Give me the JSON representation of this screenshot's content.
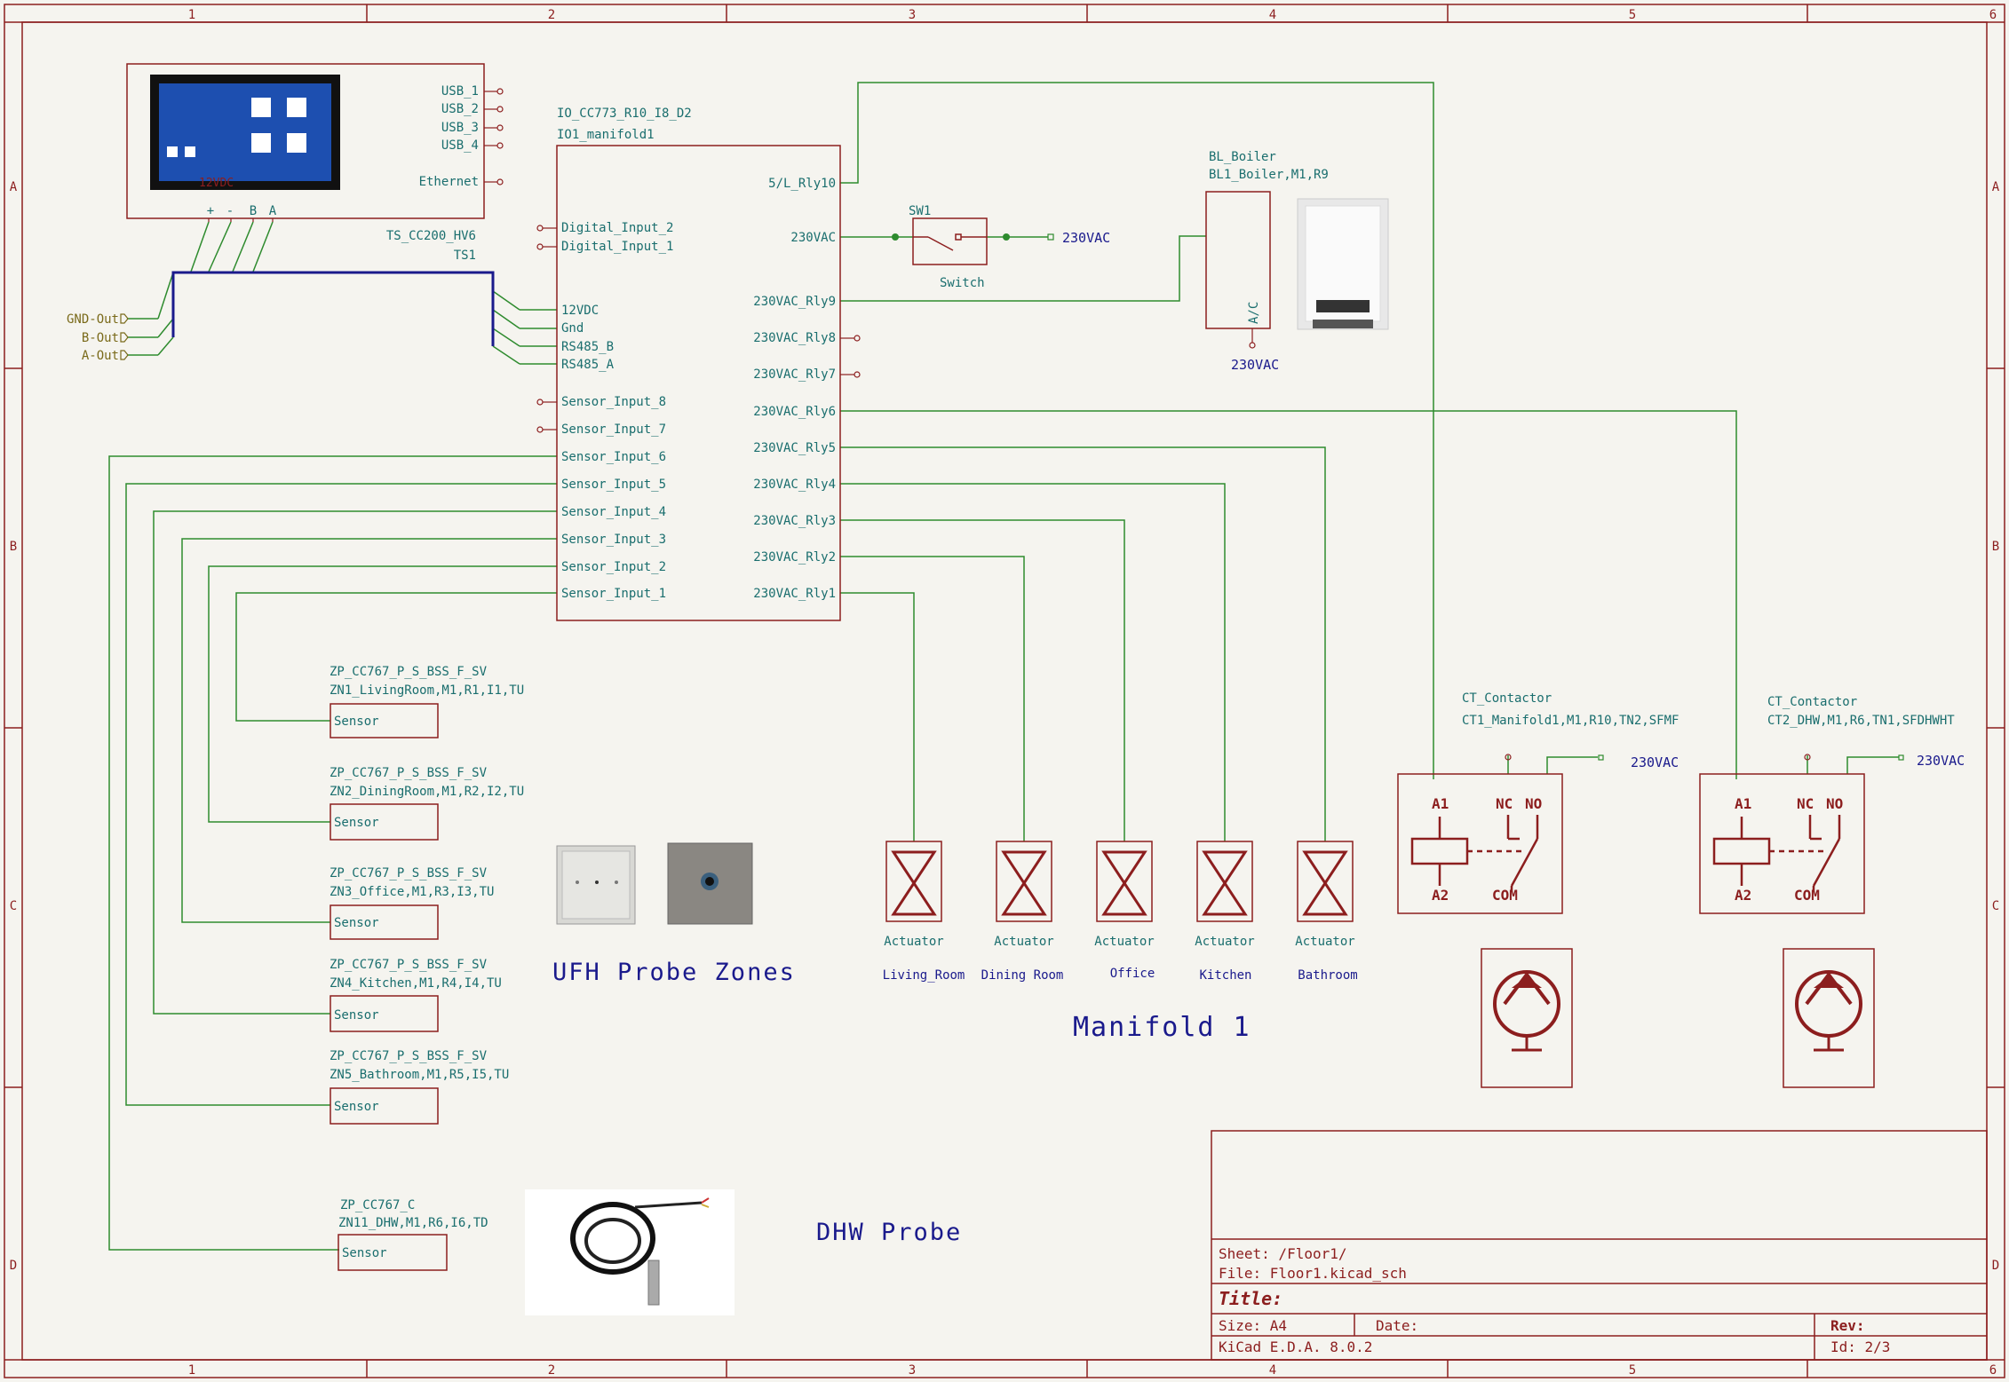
{
  "colors": {
    "background": "#f5f4ef",
    "frame": "#8c1e1e",
    "pin_text": "#1a6e6e",
    "net_label": "#1a1a8c",
    "wire": "#2e8b2e",
    "bus": "#1a1a8c",
    "global_label": "#7a6a1a"
  },
  "border": {
    "columns": [
      "1",
      "2",
      "3",
      "4",
      "5",
      "6"
    ],
    "rows": [
      "A",
      "B",
      "C",
      "D"
    ]
  },
  "touchscreen": {
    "ref": "TS1",
    "value": "TS_CC200_HV6",
    "pins_right": [
      "USB_1",
      "USB_2",
      "USB_3",
      "USB_4",
      "Ethernet"
    ],
    "pins_bottom": [
      "+",
      "-",
      "B",
      "A"
    ],
    "hidden_label": "12VDC",
    "screen_icon": "touchscreen-photo"
  },
  "global_labels": [
    "GND-Out",
    "B-Out",
    "A-Out"
  ],
  "io_module": {
    "value": "IO_CC773_R10_I8_D2",
    "ref": "IO1_manifold1",
    "pins_left": [
      "Digital_Input_2",
      "Digital_Input_1",
      "12VDC",
      "Gnd",
      "RS485_B",
      "RS485_A",
      "Sensor_Input_8",
      "Sensor_Input_7",
      "Sensor_Input_6",
      "Sensor_Input_5",
      "Sensor_Input_4",
      "Sensor_Input_3",
      "Sensor_Input_2",
      "Sensor_Input_1"
    ],
    "pins_right": [
      "5/L_Rly10",
      "230VAC",
      "230VAC_Rly9",
      "230VAC_Rly8",
      "230VAC_Rly7",
      "230VAC_Rly6",
      "230VAC_Rly5",
      "230VAC_Rly4",
      "230VAC_Rly3",
      "230VAC_Rly2",
      "230VAC_Rly1"
    ]
  },
  "switch": {
    "ref": "SW1",
    "value": "Switch",
    "net": "230VAC"
  },
  "boiler": {
    "value": "BL_Boiler",
    "ref": "BL1_Boiler,M1,R9",
    "pin": "A/C",
    "net": "230VAC",
    "photo_icon": "boiler-photo"
  },
  "sensors": [
    {
      "value": "ZP_CC767_P_S_BSS_F_SV",
      "ref": "ZN1_LivingRoom,M1,R1,I1,TU",
      "label": "Sensor"
    },
    {
      "value": "ZP_CC767_P_S_BSS_F_SV",
      "ref": "ZN2_DiningRoom,M1,R2,I2,TU",
      "label": "Sensor"
    },
    {
      "value": "ZP_CC767_P_S_BSS_F_SV",
      "ref": "ZN3_Office,M1,R3,I3,TU",
      "label": "Sensor"
    },
    {
      "value": "ZP_CC767_P_S_BSS_F_SV",
      "ref": "ZN4_Kitchen,M1,R4,I4,TU",
      "label": "Sensor"
    },
    {
      "value": "ZP_CC767_P_S_BSS_F_SV",
      "ref": "ZN5_Bathroom,M1,R5,I5,TU",
      "label": "Sensor"
    }
  ],
  "dhw_sensor": {
    "value": "ZP_CC767_C",
    "ref": "ZN11_DHW,M1,R6,I6,TD",
    "label": "Sensor"
  },
  "ufh_label": "UFH Probe Zones",
  "dhw_label": "DHW Probe",
  "manifold_label": "Manifold 1",
  "actuators": [
    {
      "type": "Actuator",
      "room": "Living_Room"
    },
    {
      "type": "Actuator",
      "room": "Dining Room"
    },
    {
      "type": "Actuator",
      "room": "Office"
    },
    {
      "type": "Actuator",
      "room": "Kitchen"
    },
    {
      "type": "Actuator",
      "room": "Bathroom"
    }
  ],
  "contactors": [
    {
      "value": "CT_Contactor",
      "ref": "CT1_Manifold1,M1,R10,TN2,SFMF",
      "net": "230VAC",
      "a1": "A1",
      "a2": "A2",
      "nc": "NC",
      "no": "NO",
      "com": "COM"
    },
    {
      "value": "CT_Contactor",
      "ref": "CT2_DHW,M1,R6,TN1,SFDHWHT",
      "net": "230VAC",
      "a1": "A1",
      "a2": "A2",
      "nc": "NC",
      "no": "NO",
      "com": "COM"
    }
  ],
  "title_block": {
    "sheet": "Sheet: /Floor1/",
    "file": "File: Floor1.kicad_sch",
    "title": "Title:",
    "size": "Size: A4",
    "date": "Date:",
    "rev": "Rev:",
    "tool": "KiCad E.D.A. 8.0.2",
    "id": "Id: 2/3"
  }
}
